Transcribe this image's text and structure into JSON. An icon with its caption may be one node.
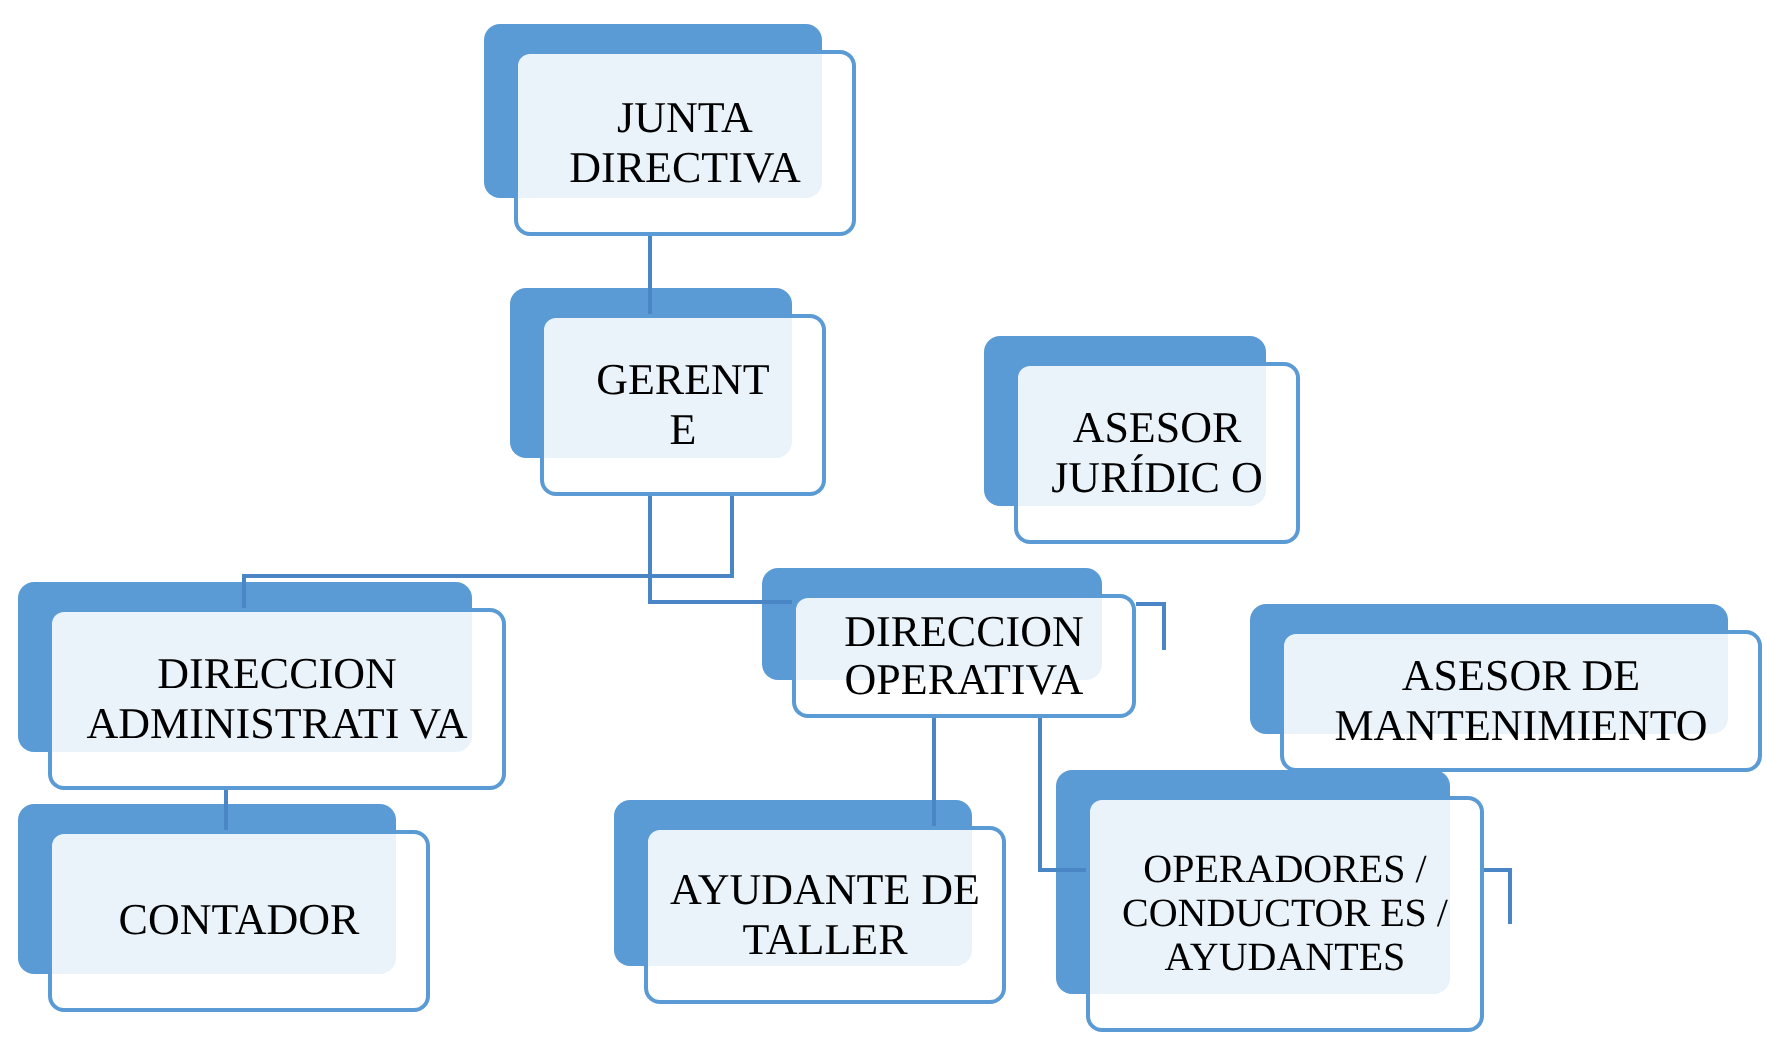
{
  "diagram": {
    "nodes": [
      {
        "text": [
          "JUNTA DIRECTIVA"
        ]
      },
      {
        "text": [
          "GERENT E"
        ]
      },
      {
        "text": [
          "ASESOR JURÍDIC O"
        ]
      },
      {
        "text": [
          "DIRECCION ADMINISTRATI VA"
        ]
      },
      {
        "text": [
          "DIRECCION OPERATIVA"
        ]
      },
      {
        "text": [
          "ASESOR DE MANTENIMIENTO"
        ]
      },
      {
        "text": [
          "CONTADOR"
        ]
      },
      {
        "text": [
          "AYUDANTE DE TALLER"
        ]
      },
      {
        "text": [
          "OPERADORES / CONDUCTOR ES / AYUDANTES"
        ]
      }
    ],
    "edges": [
      {
        "from": 0,
        "to": 1,
        "arrow": "none"
      },
      {
        "from": 1,
        "to": 3,
        "arrow": "none"
      },
      {
        "from": 1,
        "to": 4,
        "arrow": "none"
      },
      {
        "from": 3,
        "to": 6,
        "arrow": "none"
      },
      {
        "from": 4,
        "to": 7,
        "arrow": "none"
      },
      {
        "from": 4,
        "to": 8,
        "arrow": "none"
      }
    ]
  }
}
